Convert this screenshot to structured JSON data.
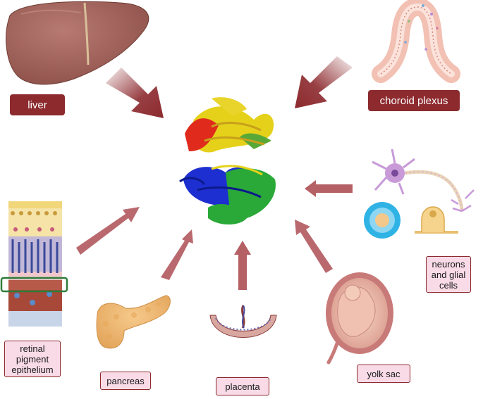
{
  "labels": {
    "liver": "liver",
    "choroid_plexus": "choroid plexus",
    "neurons": "neurons and glial cells",
    "retinal": "retinal pigment epithelium",
    "pancreas": "pancreas",
    "placenta": "placenta",
    "yolk_sac": "yolk sac"
  },
  "colors": {
    "label_dark": "#8c2a2e",
    "label_pink": "#f8dbe6",
    "arrow": "#8c2a2e"
  }
}
